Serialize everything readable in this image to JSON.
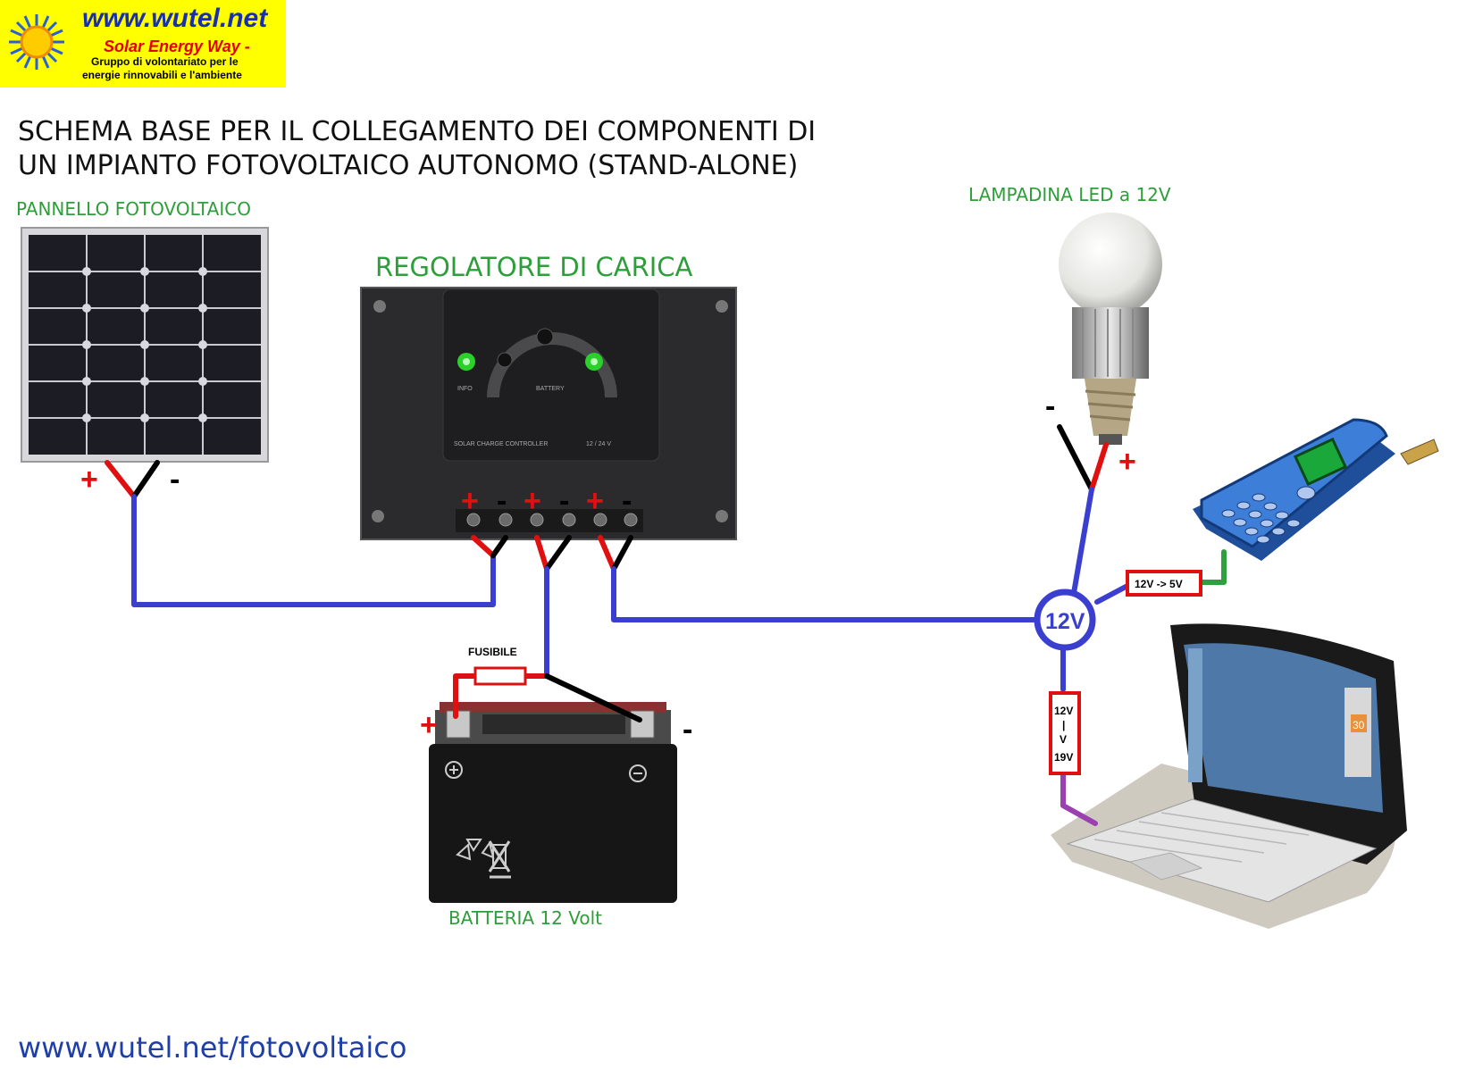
{
  "logo": {
    "url": "www.wutel.net",
    "tagline": "Solar Energy Way -",
    "line1": "Gruppo di volontariato per le",
    "line2": "energie rinnovabili e l'ambiente"
  },
  "title": {
    "line1": "SCHEMA BASE PER IL COLLEGAMENTO DEI COMPONENTI DI",
    "line2": "UN IMPIANTO FOTOVOLTAICO AUTONOMO (STAND-ALONE)"
  },
  "components": {
    "panel": "PANNELLO FOTOVOLTAICO",
    "regulator": "REGOLATORE DI CARICA",
    "bulb": "LAMPADINA LED a 12V",
    "battery": "BATTERIA 12 Volt",
    "fuse": "FUSIBILE"
  },
  "regulator_panel": {
    "info": "INFO",
    "battery": "BATTERY",
    "model": "SOLAR CHARGE CONTROLLER",
    "voltage": "12 / 24 V"
  },
  "hub": "12V",
  "converters": {
    "phone": "12V -> 5V",
    "laptop_top": "12V",
    "laptop_mid1": "|",
    "laptop_mid2": "V",
    "laptop_bottom": "19V"
  },
  "battery_timer": "30",
  "polarity": {
    "plus": "+",
    "minus": "-"
  },
  "footer": "www.wutel.net/fotovoltaico",
  "colors": {
    "wire_main": "#3a3fd0",
    "wire_red": "#e01010",
    "wire_black": "#000000",
    "wire_green": "#2ea040",
    "wire_purple": "#9a40b0",
    "label_green": "#2e9e3a",
    "logo_bg": "#ffff00"
  }
}
